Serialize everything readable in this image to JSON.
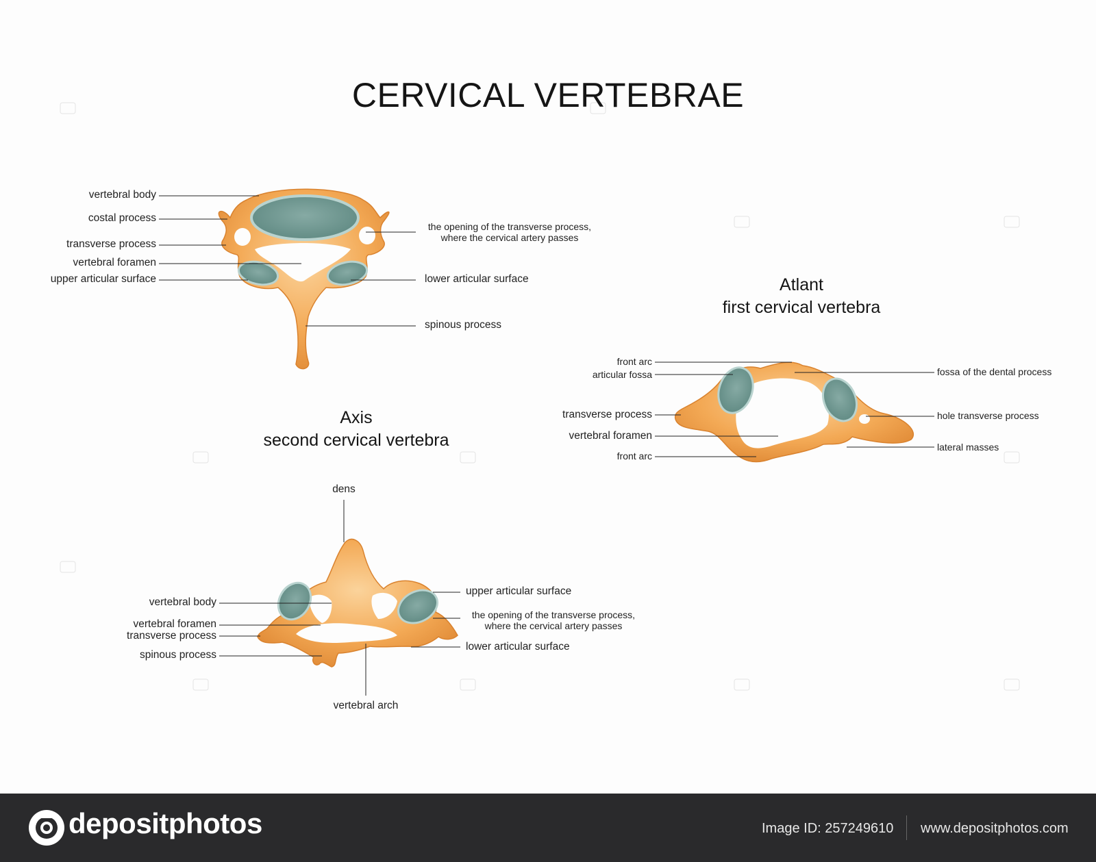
{
  "title": "CERVICAL VERTEBRAE",
  "typical_vertebra": {
    "labels_left": [
      "vertebral body",
      "costal process",
      "transverse process",
      "vertebral foramen",
      "upper articular surface"
    ],
    "opening_line1": "the opening of the transverse process,",
    "opening_line2": "where the cervical artery passes",
    "lower_articular": "lower articular surface",
    "spinous": "spinous process"
  },
  "atlant": {
    "heading1": "Atlant",
    "heading2": "first cervical vertebra",
    "labels_left": [
      "front arc",
      "articular fossa",
      "transverse process",
      "vertebral foramen",
      "front arc"
    ],
    "labels_right": [
      "fossa of the dental process",
      "hole transverse process",
      "lateral masses"
    ]
  },
  "axis": {
    "heading1": "Axis",
    "heading2": "second cervical vertebra",
    "dens": "dens",
    "labels_left": [
      "vertebral body",
      "vertebral foramen",
      "transverse process",
      "spinous process"
    ],
    "upper_articular": "upper articular surface",
    "opening_line1": "the opening of the transverse process,",
    "opening_line2": "where the cervical artery passes",
    "lower_articular": "lower articular surface",
    "arch": "vertebral arch"
  },
  "footer": {
    "brand": "depositphotos",
    "image_id": "Image ID: 257249610",
    "url": "www.depositphotos.com"
  },
  "colors": {
    "bone": "#f2a654",
    "bone_light": "#f9c889",
    "bone_dark": "#d9822e",
    "cartilage": "#6f9a93",
    "cartilage_edge": "#b9d3cf",
    "footer_bg": "#2a2a2c"
  }
}
